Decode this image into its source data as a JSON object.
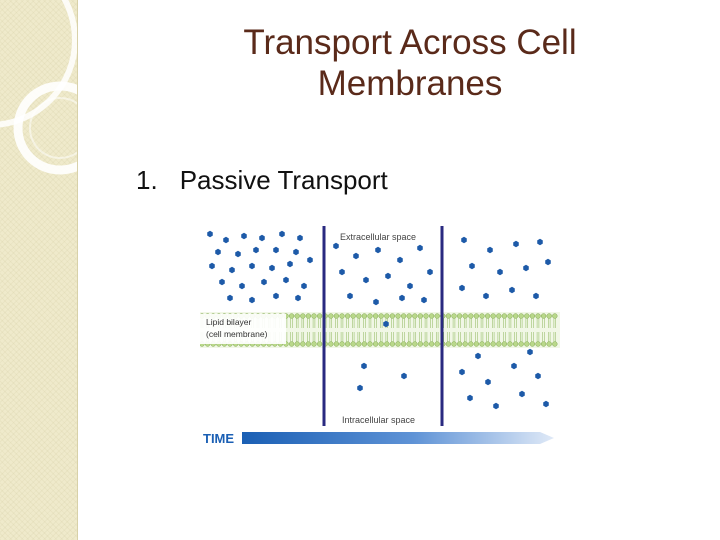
{
  "slide": {
    "title": "Transport Across Cell Membranes",
    "bullet": {
      "marker": "",
      "number": "1.",
      "text": "Passive Transport"
    }
  },
  "diagram": {
    "labels": {
      "extracellular": "Extracellular space",
      "bilayer_line1": "Lipid bilayer",
      "bilayer_line2": "(cell membrane)",
      "intracellular": "Intracellular space",
      "time": "TIME"
    }
  },
  "colors": {
    "title": "#5a2a1a",
    "molecule": "#1d5aa8",
    "divider": "#2a2a80",
    "membrane": "#b9d88a",
    "time_arrow": "#1a5fb4",
    "side_panel": "#efeacb"
  }
}
